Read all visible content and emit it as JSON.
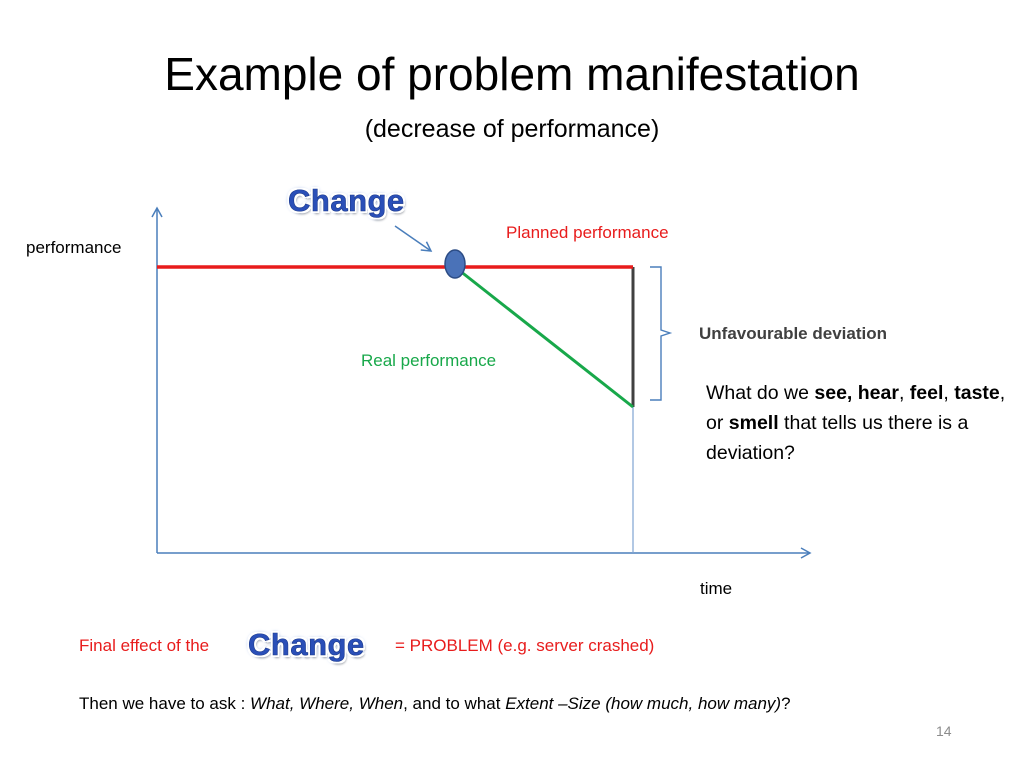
{
  "slide": {
    "title": "Example of problem manifestation",
    "subtitle": "(decrease of performance)",
    "page_number": "14"
  },
  "diagram": {
    "change_label": "Change",
    "planned_label": "Planned performance",
    "real_label": "Real performance",
    "y_axis_label": "performance",
    "x_axis_label": "time",
    "deviation_label": "Unfavourable deviation",
    "colors": {
      "planned_line": "#e81c1c",
      "real_line": "#18a84a",
      "axis": "#4a7ebb",
      "change_point": "#4a72b8",
      "deviation_bar": "#404040"
    }
  },
  "question": {
    "p1": "What do we ",
    "b1": "see, hear",
    "p2": ", ",
    "b2": "feel",
    "p3": ", ",
    "b3": "taste",
    "p4": ", or ",
    "b4": "smell",
    "p5": " that tells us there is a deviation?"
  },
  "final_effect": {
    "prefix": "Final effect of the",
    "change_word": "Change",
    "suffix": "=  PROBLEM (e.g. server crashed)"
  },
  "ask": {
    "prefix": "Then we have to ask  : ",
    "italic1": "What, Where, When",
    "middle": ", and to what ",
    "italic2": "Extent –Size (how much, how many)",
    "end": "?"
  }
}
